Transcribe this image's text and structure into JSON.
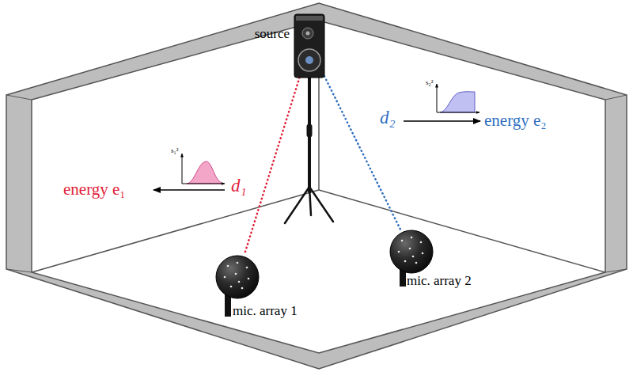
{
  "diagram": {
    "nodes": [
      {
        "text": [
          "source"
        ]
      },
      {
        "text": [
          "mic. array 1"
        ]
      },
      {
        "text": [
          "mic. array 2"
        ]
      }
    ],
    "edges": [
      {
        "from": 0,
        "to": 1,
        "label": "d₁",
        "arrow": "none"
      },
      {
        "from": 0,
        "to": 2,
        "label": "d₂",
        "arrow": "none"
      }
    ],
    "labels": [
      "energy e₁",
      "energy e₂",
      "s₁²",
      "s₂²"
    ]
  }
}
